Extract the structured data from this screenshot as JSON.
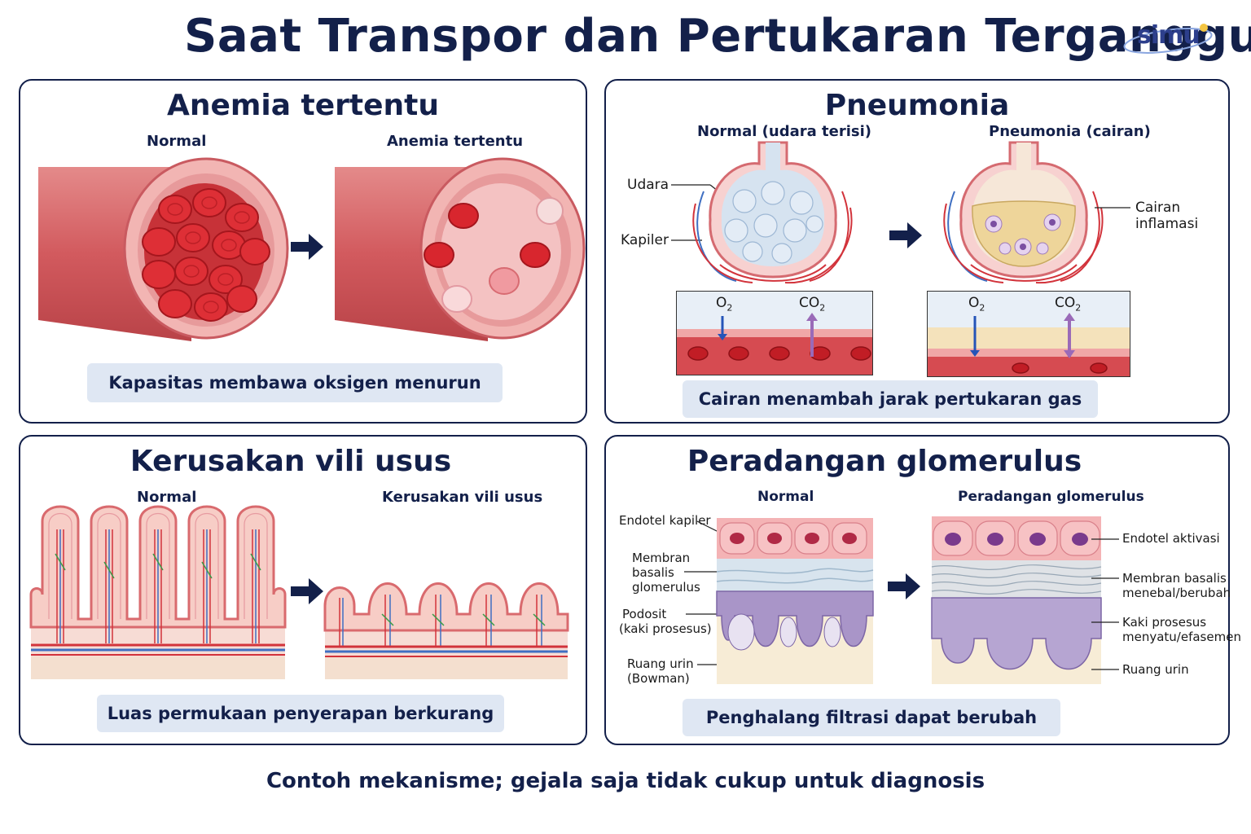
{
  "title": "Saat Transpor dan Pertukaran Terganggu",
  "brand": "simu",
  "panels": {
    "anemia": {
      "title": "Anemia tertentu",
      "normal_label": "Normal",
      "affected_label": "Anemia tertentu",
      "caption": "Kapasitas membawa oksigen menurun"
    },
    "pneumonia": {
      "title": "Pneumonia",
      "normal_label": "Normal (udara terisi)",
      "affected_label": "Pneumonia (cairan)",
      "label_air": "Udara",
      "label_capillary": "Kapiler",
      "label_fluid_1": "Cairan",
      "label_fluid_2": "inflamasi",
      "o2_label": "O",
      "co2_label": "CO",
      "sub_2": "2",
      "caption": "Cairan menambah jarak pertukaran gas"
    },
    "villi": {
      "title": "Kerusakan vili usus",
      "normal_label": "Normal",
      "affected_label": "Kerusakan vili usus",
      "caption": "Luas permukaan penyerapan berkurang"
    },
    "glomerulus": {
      "title": "Peradangan glomerulus",
      "normal_label": "Normal",
      "affected_label": "Peradangan glomerulus",
      "left_labels": {
        "endothelium": "Endotel kapiler",
        "membrane_1": "Membran",
        "membrane_2": "basalis",
        "membrane_3": "glomerulus",
        "podocyte_1": "Podosit",
        "podocyte_2": "(kaki prosesus)",
        "urinary_1": "Ruang urin",
        "urinary_2": "(Bowman)"
      },
      "right_labels": {
        "endothelium": "Endotel aktivasi",
        "membrane_1": "Membran basalis",
        "membrane_2": "menebal/berubah",
        "foot_1": "Kaki prosesus",
        "foot_2": "menyatu/efasemen",
        "urinary": "Ruang urin"
      },
      "caption": "Penghalang filtrasi dapat berubah"
    }
  },
  "footer": "Contoh mekanisme; gejala saja tidak cukup untuk diagnosis"
}
